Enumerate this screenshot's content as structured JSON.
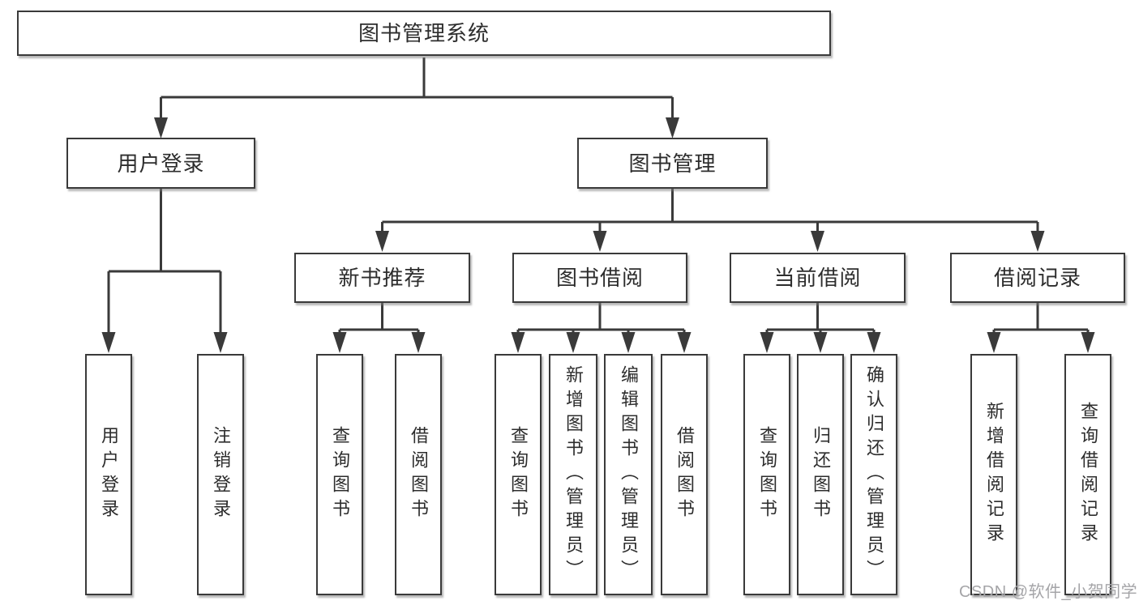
{
  "diagram_title": "图书管理系统",
  "nodes": {
    "root": {
      "label": "图书管理系统"
    },
    "user_login": {
      "label": "用户登录",
      "leaves": [
        "用户登录",
        "注销登录"
      ]
    },
    "book_management": {
      "label": "图书管理",
      "children": [
        {
          "label": "新书推荐",
          "leaves": [
            "查询图书",
            "借阅图书"
          ]
        },
        {
          "label": "图书借阅",
          "leaves": [
            "查询图书",
            "新增图书（管理员）",
            "编辑图书（管理员）",
            "借阅图书"
          ]
        },
        {
          "label": "当前借阅",
          "leaves": [
            "查询图书",
            "归还图书",
            "确认归还（管理员）"
          ]
        },
        {
          "label": "借阅记录",
          "leaves": [
            "新增借阅记录",
            "查询借阅记录"
          ]
        }
      ]
    }
  },
  "colors": {
    "line": "#3a3a3a",
    "box_border": "#3a3a3a",
    "text": "#2d2d2d",
    "watermark_text": "#a5a5a8",
    "background": "#ffffff"
  },
  "watermark": "CSDN @软件_小贺同学"
}
